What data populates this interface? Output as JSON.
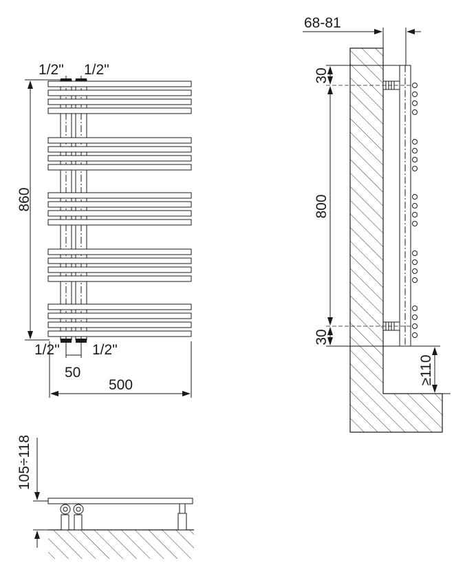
{
  "front_view": {
    "pipe_label_top_left": "1/2\"",
    "pipe_label_top_right": "1/2\"",
    "pipe_label_bottom_left": "1/2\"",
    "pipe_label_bottom_right": "1/2\"",
    "height_label": "860",
    "pipe_spacing_label": "50",
    "width_label": "500",
    "bar_groups": 5,
    "bars_per_group": 4
  },
  "side_view": {
    "depth_label": "68-81",
    "top_offset_label": "30",
    "center_distance_label": "800",
    "bottom_offset_label": "30",
    "floor_clearance_label": "≥110"
  },
  "bottom_view": {
    "wall_distance_label": "105÷118"
  }
}
